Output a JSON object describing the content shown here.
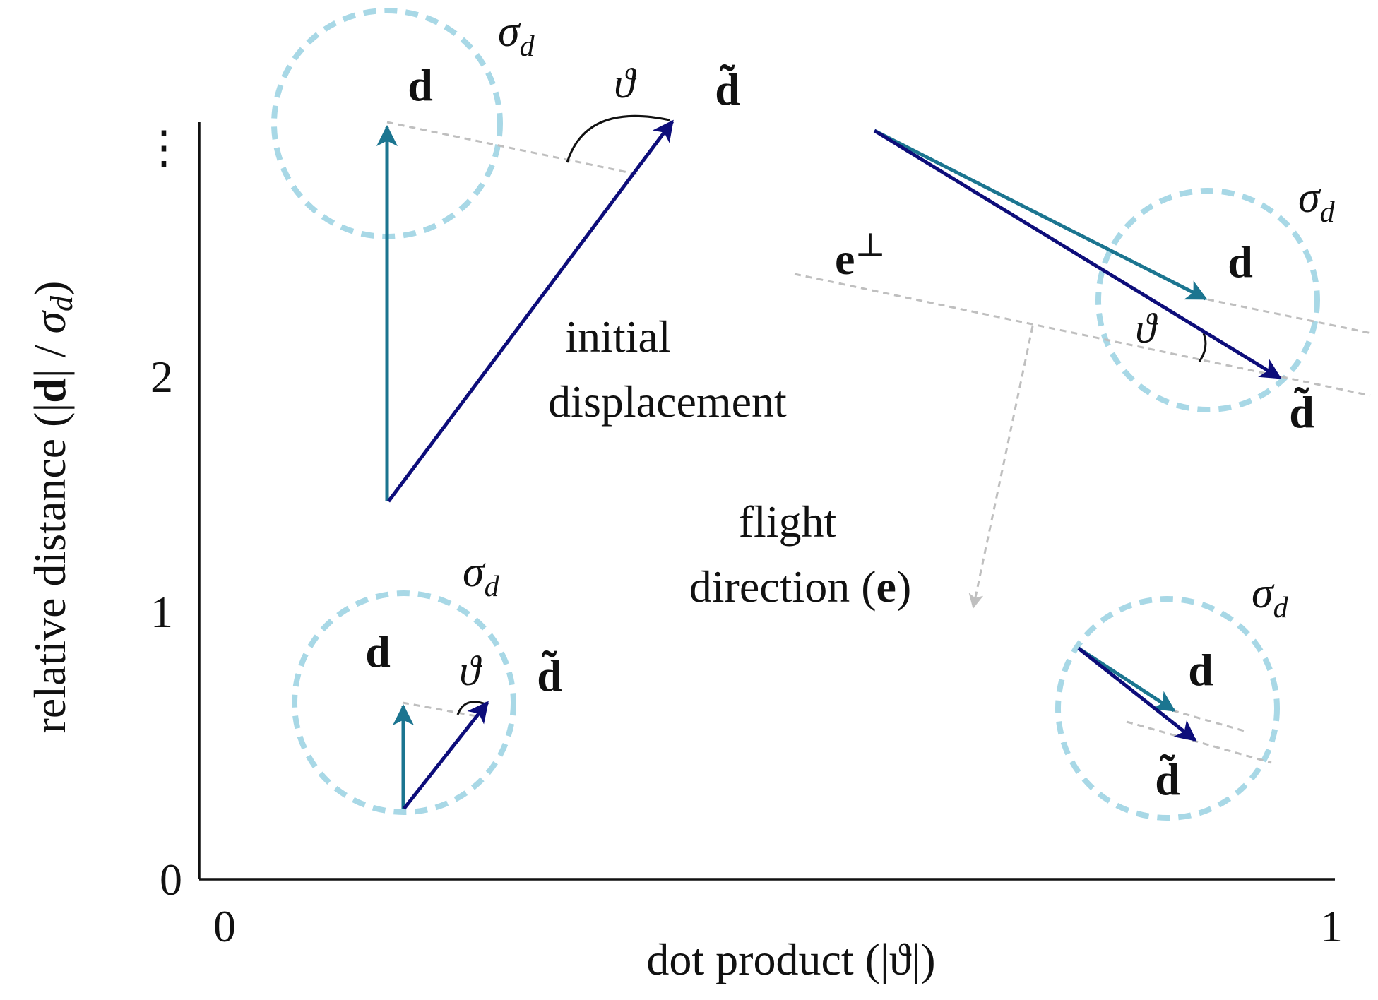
{
  "axes": {
    "xlabel": "dot product (|ϑ|)",
    "ylabel_prefix": "relative distance (|",
    "ylabel_bold": "d",
    "ylabel_mid": "| / ",
    "ylabel_sigma": "σ",
    "ylabel_sub": "d",
    "ylabel_suffix": ")",
    "x_ticks": [
      "0",
      "1"
    ],
    "y_ticks": [
      "0",
      "1",
      "2"
    ],
    "y_continuation": "⋮"
  },
  "symbols": {
    "d": "d",
    "d_tilde": "d̃",
    "theta": "ϑ",
    "sigma": "σ",
    "sigma_sub": "d",
    "e_perp": "e",
    "perp": "⊥"
  },
  "annotations": {
    "initial_line1": "initial",
    "initial_line2": "displacement",
    "flight_line1": "flight",
    "flight_line2_prefix": "direction (",
    "flight_line2_bold": "e",
    "flight_line2_suffix": ")"
  },
  "colors": {
    "d_vector": "#1b7590",
    "d_tilde_vector": "#0d0d7a",
    "circle": "#a8d8e6",
    "guide": "#bfbfbf",
    "axis": "#111111"
  }
}
